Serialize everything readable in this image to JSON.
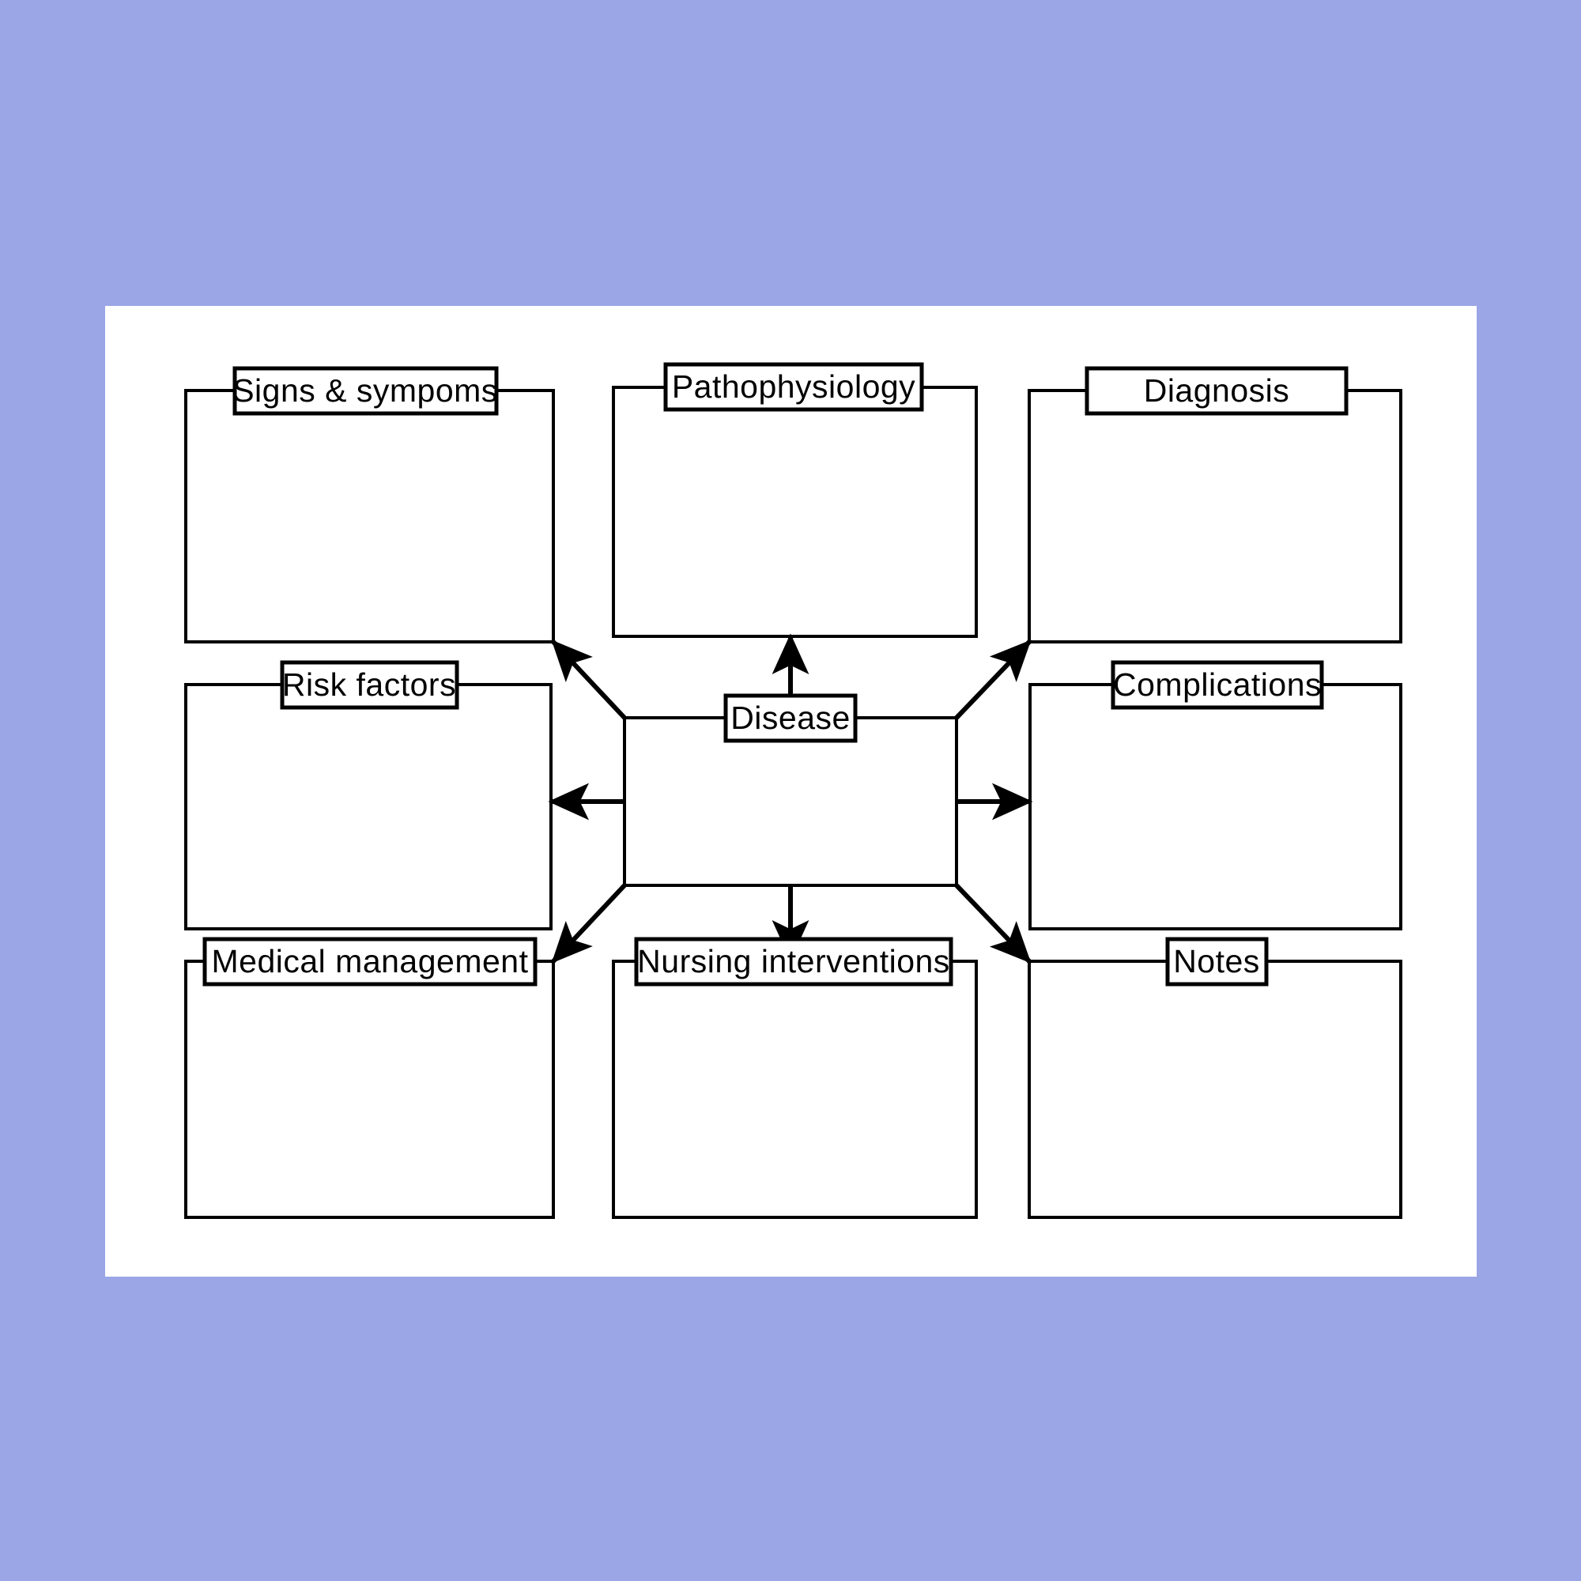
{
  "document": {
    "title": "Disease Concept Map Worksheet",
    "background_color": "#9aa6e6",
    "page_color": "#ffffff"
  },
  "center": {
    "label": "Disease",
    "name": "center-node"
  },
  "boxes": [
    {
      "id": "signs-symptoms",
      "label": "Signs & sympoms",
      "row": "top",
      "column": "left"
    },
    {
      "id": "pathophysiology",
      "label": "Pathophysiology",
      "row": "top",
      "column": "center"
    },
    {
      "id": "diagnosis",
      "label": "Diagnosis",
      "row": "top",
      "column": "right"
    },
    {
      "id": "risk-factors",
      "label": "Risk factors",
      "row": "middle",
      "column": "left"
    },
    {
      "id": "complications",
      "label": "Complications",
      "row": "middle",
      "column": "right"
    },
    {
      "id": "medical-management",
      "label": "Medical management",
      "row": "bottom",
      "column": "left"
    },
    {
      "id": "nursing-interventions",
      "label": "Nursing interventions",
      "row": "bottom",
      "column": "center"
    },
    {
      "id": "notes",
      "label": "Notes",
      "row": "bottom",
      "column": "right"
    }
  ],
  "connectors": [
    {
      "from": "center-node",
      "to": "signs-symptoms",
      "direction": "up-left"
    },
    {
      "from": "center-node",
      "to": "pathophysiology",
      "direction": "up"
    },
    {
      "from": "center-node",
      "to": "diagnosis",
      "direction": "up-right"
    },
    {
      "from": "center-node",
      "to": "risk-factors",
      "direction": "left"
    },
    {
      "from": "center-node",
      "to": "complications",
      "direction": "right"
    },
    {
      "from": "center-node",
      "to": "medical-management",
      "direction": "down-left"
    },
    {
      "from": "center-node",
      "to": "nursing-interventions",
      "direction": "down"
    },
    {
      "from": "center-node",
      "to": "notes",
      "direction": "down-right"
    }
  ],
  "colors": {
    "stroke": "#000000",
    "background": "#9aa6e6",
    "page": "#ffffff"
  }
}
